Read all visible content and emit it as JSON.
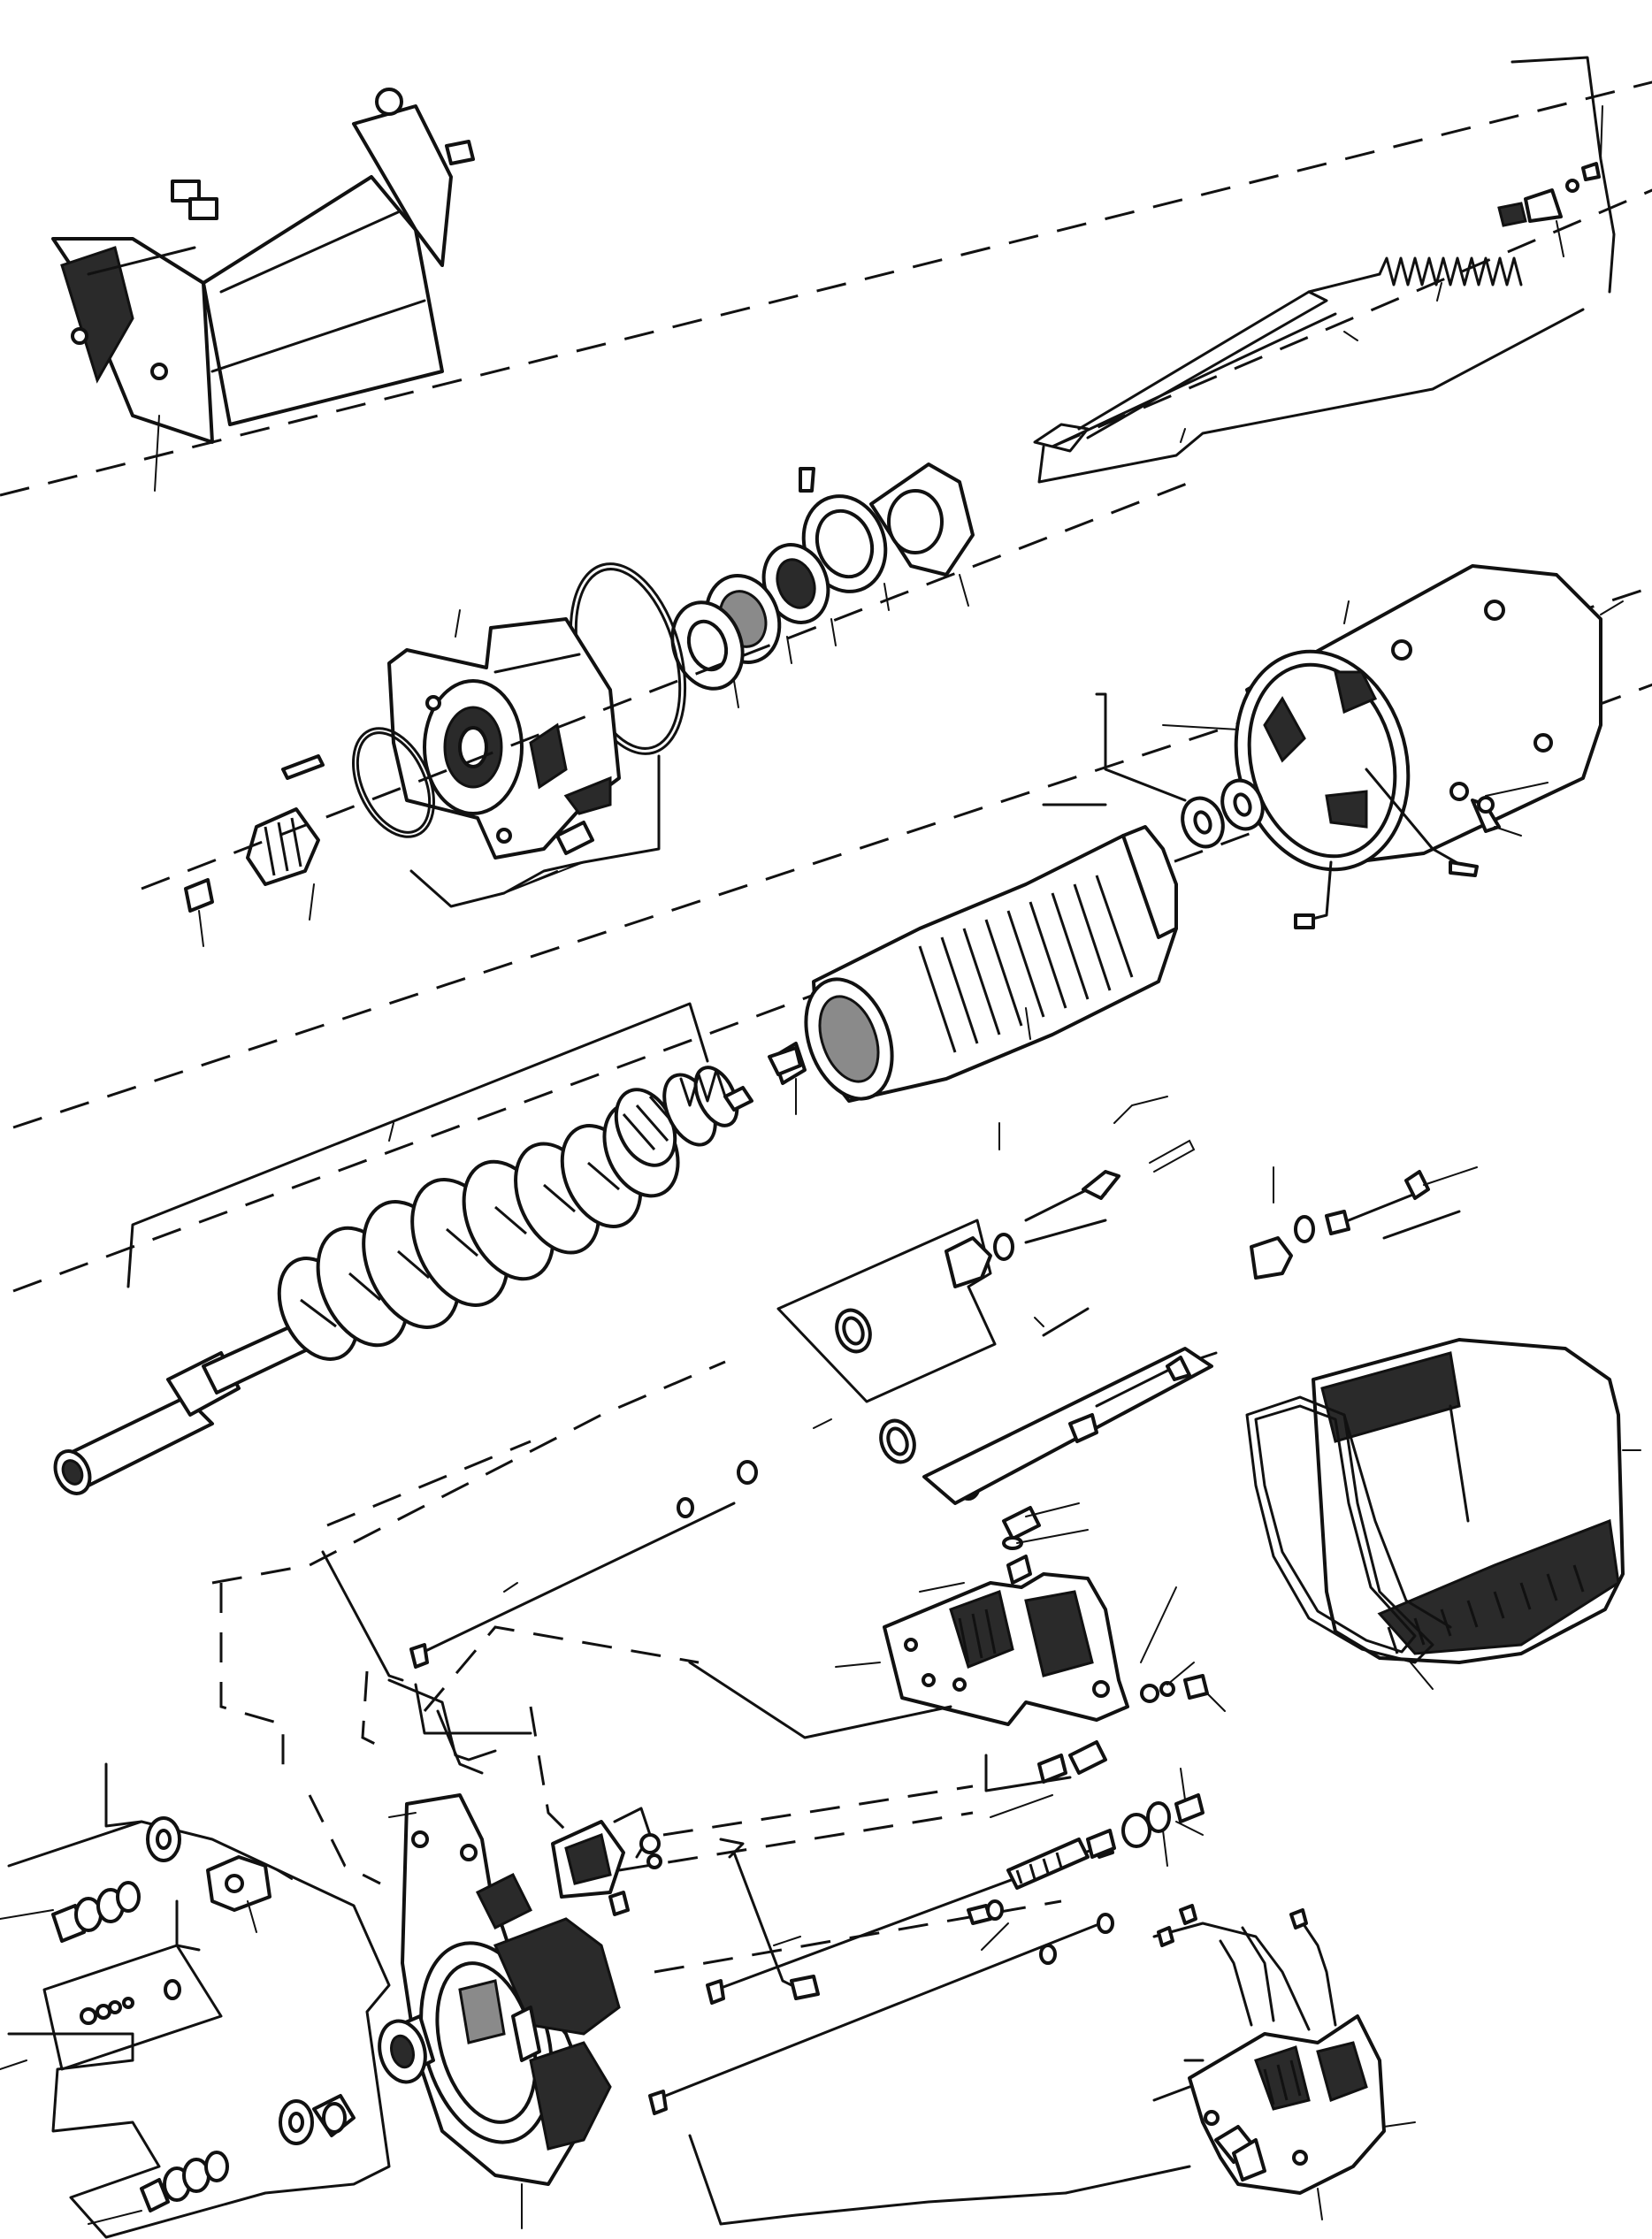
{
  "diagram": {
    "type": "exploded-parts-view",
    "colors": {
      "ink": "#111111",
      "paper": "#ffffff",
      "shade": "#2a2a2a"
    },
    "assemblies": [
      {
        "id": "starter-motor-assembled"
      },
      {
        "id": "solenoid-rod-spring-set"
      },
      {
        "id": "drive-end-housing-set"
      },
      {
        "id": "yoke-field-frame"
      },
      {
        "id": "armature"
      },
      {
        "id": "drive-pinion-clutch"
      },
      {
        "id": "brush-holder-set"
      },
      {
        "id": "solenoid-switch"
      },
      {
        "id": "field-coil-band"
      },
      {
        "id": "commutator-end-frame"
      },
      {
        "id": "terminal-set"
      },
      {
        "id": "solenoid-relay"
      }
    ]
  }
}
